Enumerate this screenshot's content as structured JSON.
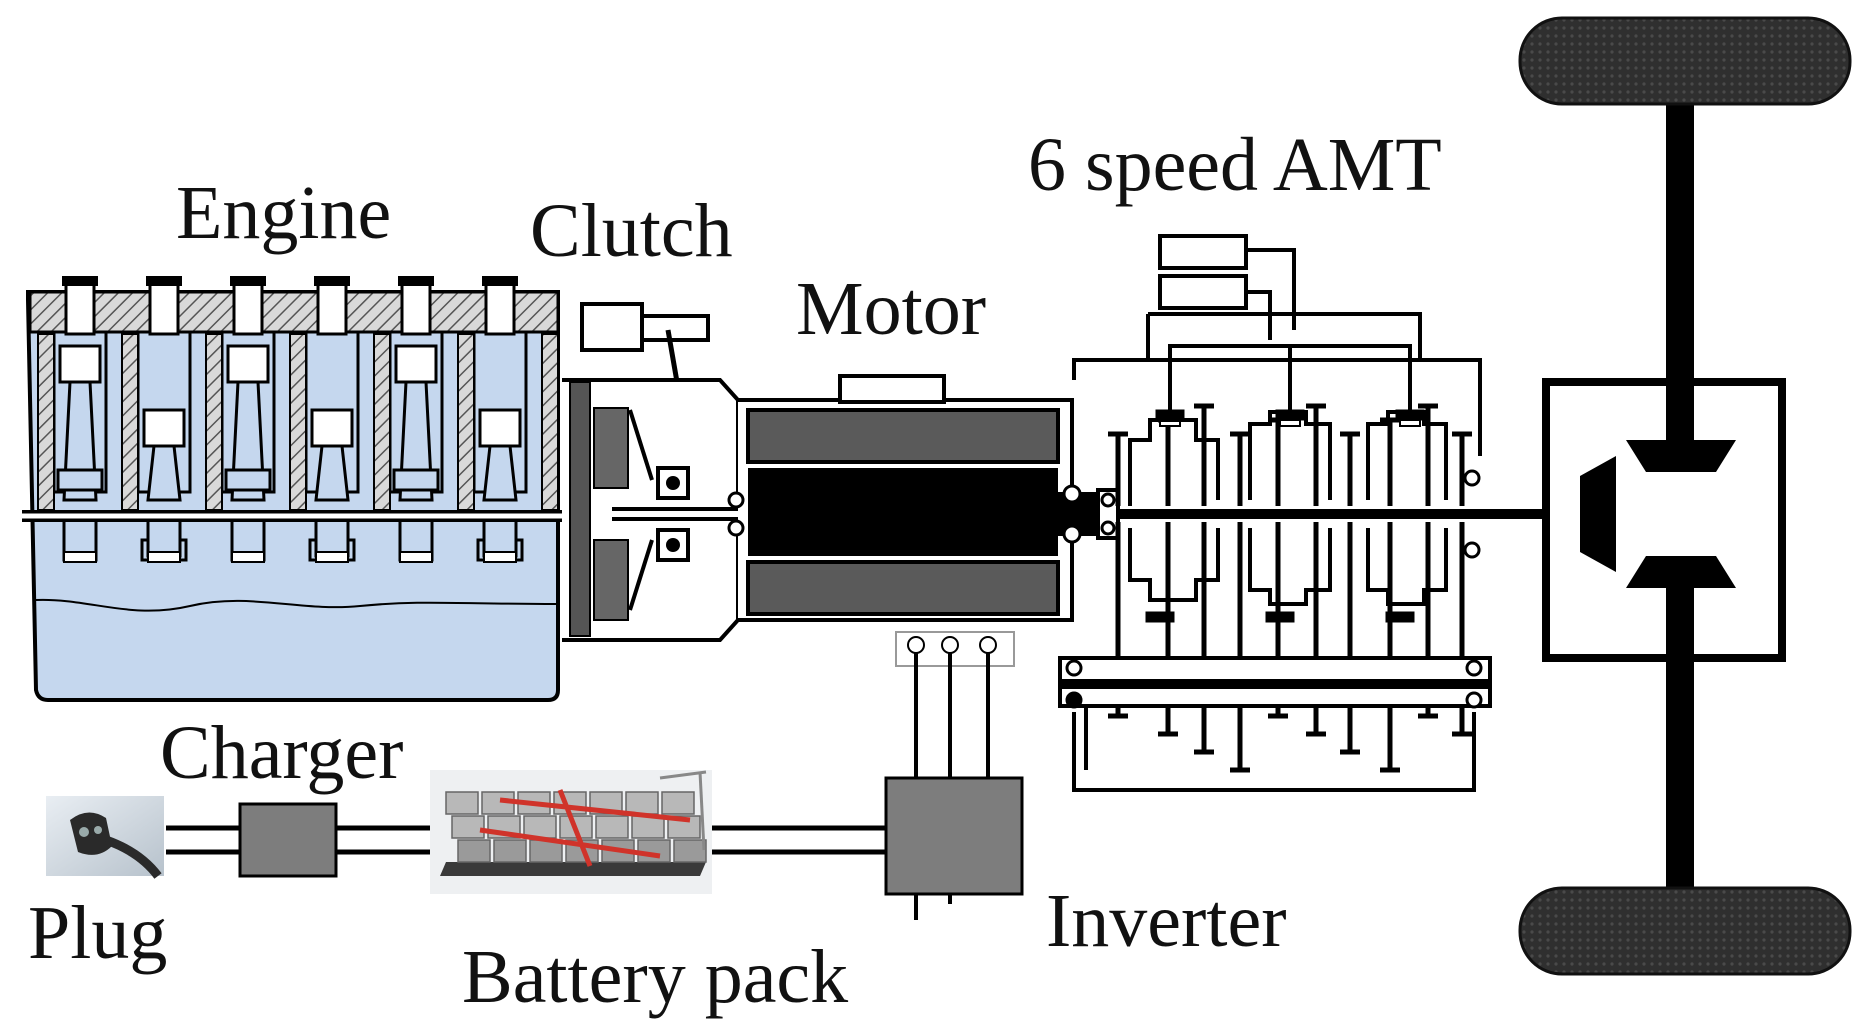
{
  "labels": {
    "engine": "Engine",
    "clutch": "Clutch",
    "motor": "Motor",
    "amt": "6 speed AMT",
    "charger": "Charger",
    "plug": "Plug",
    "battery": "Battery pack",
    "inverter": "Inverter"
  },
  "colors": {
    "engine_fill": "#c5d7ee",
    "ink": "#000000",
    "component_gray": "#7d7d7d",
    "motor_stator": "#5a5a5a",
    "tire": "#2e2e2e",
    "battery_red": "#d0332a"
  }
}
